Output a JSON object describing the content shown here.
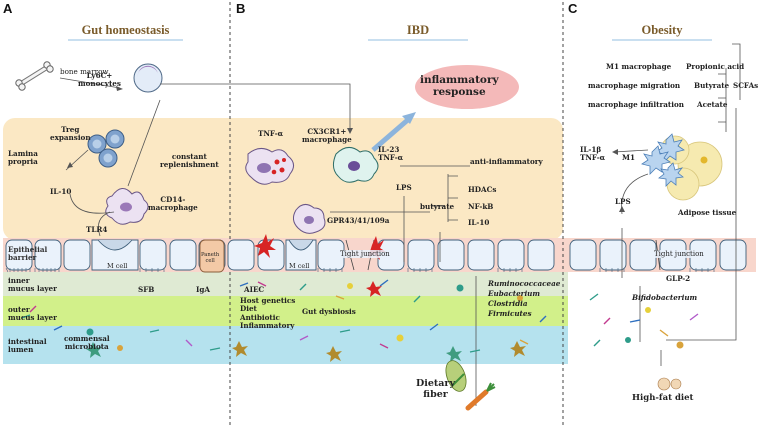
{
  "panels": [
    {
      "letter": "A",
      "title": "Gut homeostasis"
    },
    {
      "letter": "B",
      "title": "IBD"
    },
    {
      "letter": "C",
      "title": "Obesity"
    }
  ],
  "layers": {
    "lamina": "Lamina\npropria",
    "epithelial": "Epithelial\nbarrier",
    "inner": "inner\nmucus layer",
    "outer": "outer\nmucus layer",
    "lumen": "intestinal\nlumen"
  },
  "panelA": {
    "bone_marrow": "bone marrow",
    "ly6c": "Ly6C+\nmonocytes",
    "treg": "Treg\nexpansion",
    "constant": "constant\nreplenishment",
    "il10": "IL-10",
    "cd14": "CD14-\nmacrophage",
    "tlr4": "TLR4",
    "mcell": "M cell",
    "paneth": "Paneth\ncell",
    "sfb": "SFB",
    "iga": "IgA",
    "commensal": "commensal\nmicrobiota"
  },
  "panelB": {
    "inflammatory": "inflammatory\nresponse",
    "tnf": "TNF-α",
    "cx3cr1": "CX3CR1+\nmacrophage",
    "il23": "IL-23\nTNF-α",
    "anti": "anti-inflammatory",
    "lps": "LPS",
    "hdacs": "HDACs",
    "nfkb": "NF-kB",
    "il10": "IL-10",
    "butyrate": "butyrate",
    "gpr": "GPR43/41/109a",
    "mcell": "M cell",
    "tight": "Tight junction",
    "aiec": "AIEC",
    "factors": "Host genetics\nDiet\nAntibiotic\nInflammatory",
    "dysbiosis": "Gut dysbiosis",
    "bacteria": [
      "Ruminococcaceae",
      "Eubacterium",
      "Clostridia",
      "Firmicutes"
    ],
    "fiber": "Dietary\nfiber"
  },
  "panelC": {
    "m1mac": "M1 macrophage",
    "migration": "macrophage migration",
    "infiltration": "macrophage infiltration",
    "propionic": "Propionic acid",
    "butyrate": "Butyrate",
    "acetate": "Acetate",
    "scfas": "SCFAs",
    "il1b": "IL-1β\nTNF-α",
    "m1": "M1",
    "lps": "LPS",
    "adipose": "Adipose tissue",
    "tight": "Tight junction",
    "glp2": "GLP-2",
    "bifido": "Bifidobacterium",
    "hfd": "High-fat diet"
  },
  "colors": {
    "lamina": "#fbe8c4",
    "epithelial": "#f8d6cc",
    "inner": "#dfead3",
    "outer": "#d2f08a",
    "lumen": "#b5e2ee",
    "inflammatory": "#f4b9b9"
  }
}
